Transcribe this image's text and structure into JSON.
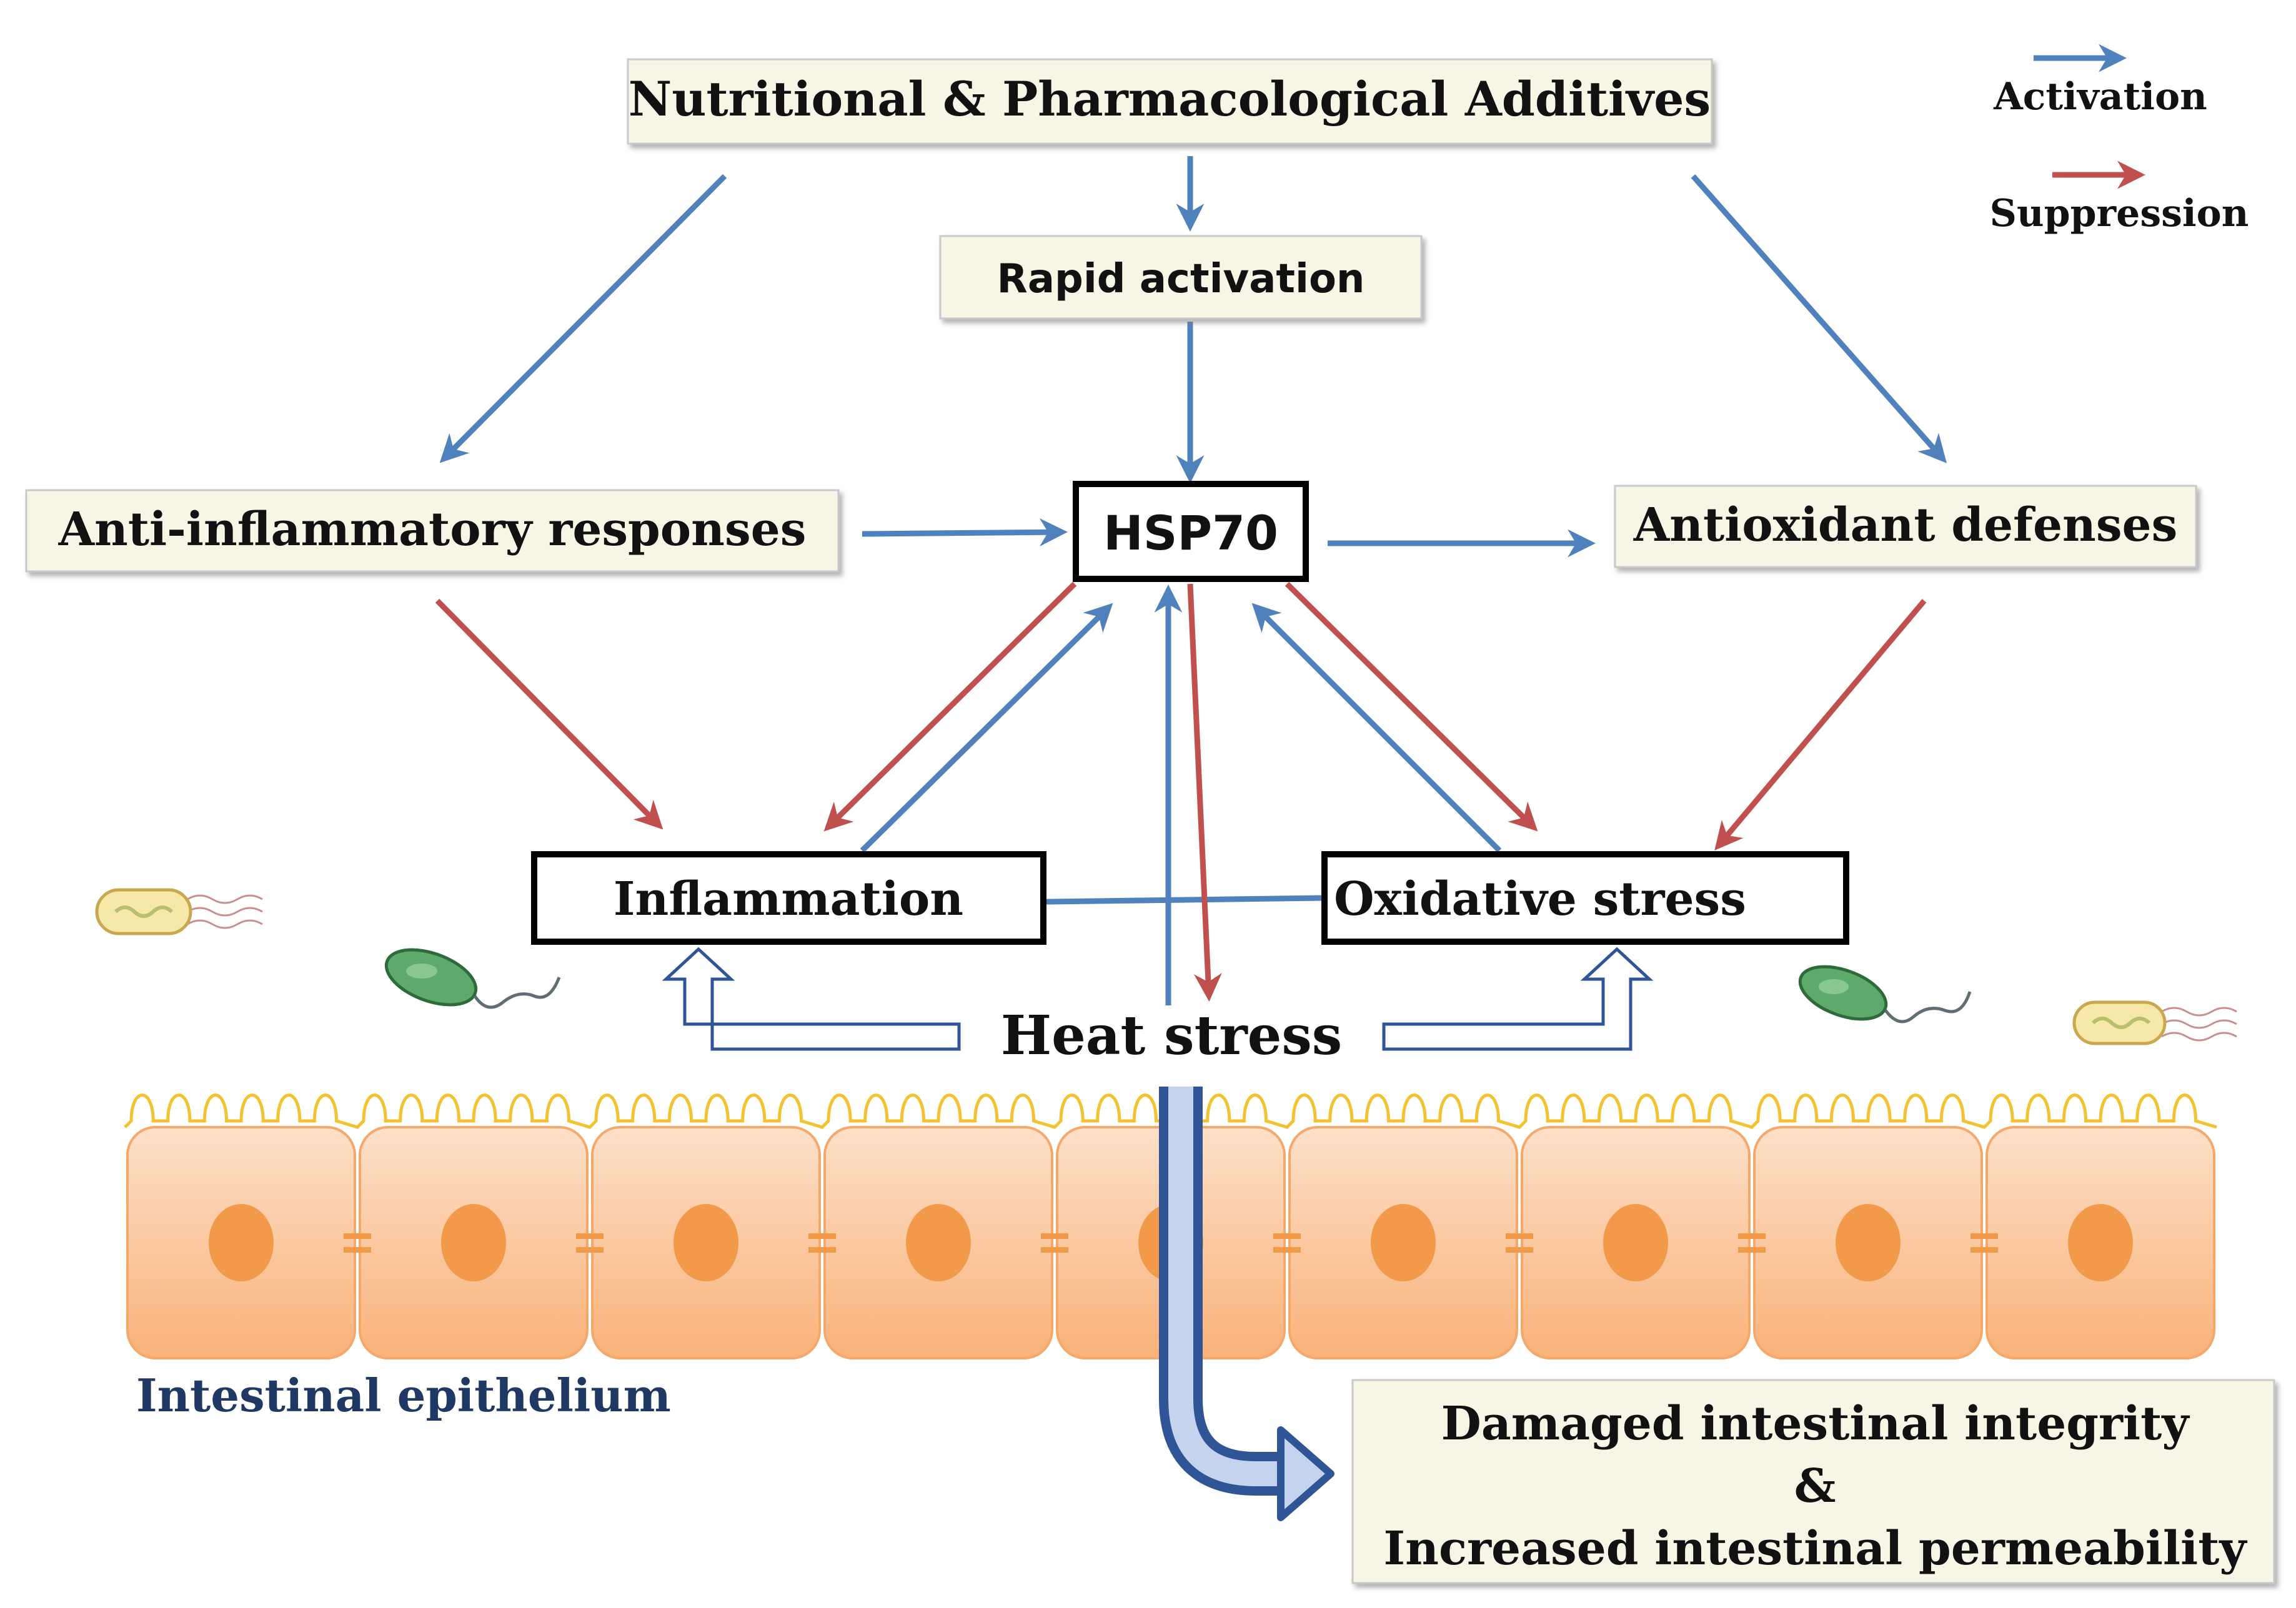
{
  "legend": {
    "activation_label": "Activation",
    "suppression_label": "Suppression"
  },
  "nodes": {
    "additives": "Nutritional & Pharmacological Additives",
    "rapid_activation": "Rapid activation",
    "anti_inflammatory": "Anti-inflammatory responses",
    "hsp70": "HSP70",
    "antioxidant": "Antioxidant defenses",
    "inflammation": "Inflammation",
    "oxidative_stress": "Oxidative stress",
    "heat_stress": "Heat stress",
    "epithelium_label": "Intestinal epithelium",
    "outcome_line1": "Damaged intestinal integrity",
    "outcome_line2": "&",
    "outcome_line3": "Increased intestinal permeability"
  },
  "colors": {
    "activation": "#4f81bd",
    "suppression": "#c0504d",
    "box_fill": "#f7f5e6",
    "cell_fill": "#fbc79a",
    "nucleus": "#f29a4a",
    "microvilli": "#f2c230",
    "epithelium_text": "#1f3864",
    "heat_arrow_dark": "#2f5597",
    "heat_arrow_light": "#c5d4ee"
  }
}
